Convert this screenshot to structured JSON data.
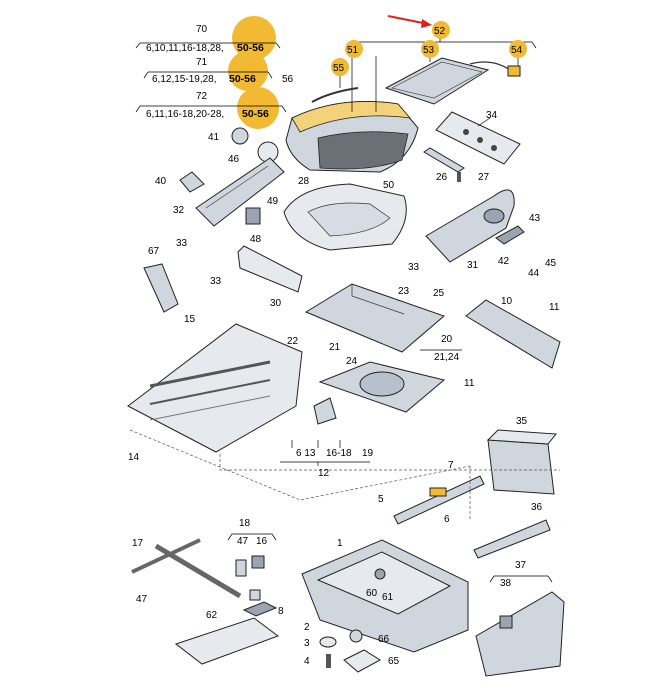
{
  "groups": {
    "g70": {
      "num": "70",
      "parts": "6,10,11,16-18,28,",
      "hl": "50-56"
    },
    "g71": {
      "num": "71",
      "parts": "6,12,15-19,28,",
      "hl": "50-56"
    },
    "g72": {
      "num": "72",
      "parts": "6,11,16-18,20-28,",
      "hl": "50-56"
    },
    "g18": "18",
    "g12": "12",
    "g37": "37",
    "g1624": "21,24",
    "g1618": "16-18",
    "g6_13": "6  13"
  },
  "highlighted": [
    "52",
    "51",
    "53",
    "54",
    "55"
  ],
  "callouts": {
    "c1": "1",
    "c2": "2",
    "c3": "3",
    "c4": "4",
    "c5": "5",
    "c6": "6",
    "c7": "7",
    "c8": "8",
    "c10": "10",
    "c11a": "11",
    "c11b": "11",
    "c13": "13",
    "c14": "14",
    "c15": "15",
    "c16": "16",
    "c17": "17",
    "c19": "19",
    "c20": "20",
    "c21": "21",
    "c22": "22",
    "c23": "23",
    "c24": "24",
    "c25": "25",
    "c26": "26",
    "c27": "27",
    "c28": "28",
    "c30": "30",
    "c31": "31",
    "c32": "32",
    "c33a": "33",
    "c33b": "33",
    "c33c": "33",
    "c34": "34",
    "c35": "35",
    "c36": "36",
    "c38": "38",
    "c40": "40",
    "c41": "41",
    "c42": "42",
    "c43": "43",
    "c44": "44",
    "c45": "45",
    "c46": "46",
    "c47a": "47",
    "c47b": "47",
    "c48": "48",
    "c49": "49",
    "c50": "50",
    "c56": "56",
    "c60": "60",
    "c61": "61",
    "c62": "62",
    "c65": "65",
    "c66": "66",
    "c67": "67",
    "c6b": "6",
    "c6c": "6",
    "c51": "51",
    "c52": "52",
    "c53": "53",
    "c54": "54",
    "c55": "55"
  },
  "colors": {
    "highlight": "#f2b933",
    "arrow": "#e02020",
    "part": "#cfd6de",
    "part_dark": "#9aa5b1"
  }
}
